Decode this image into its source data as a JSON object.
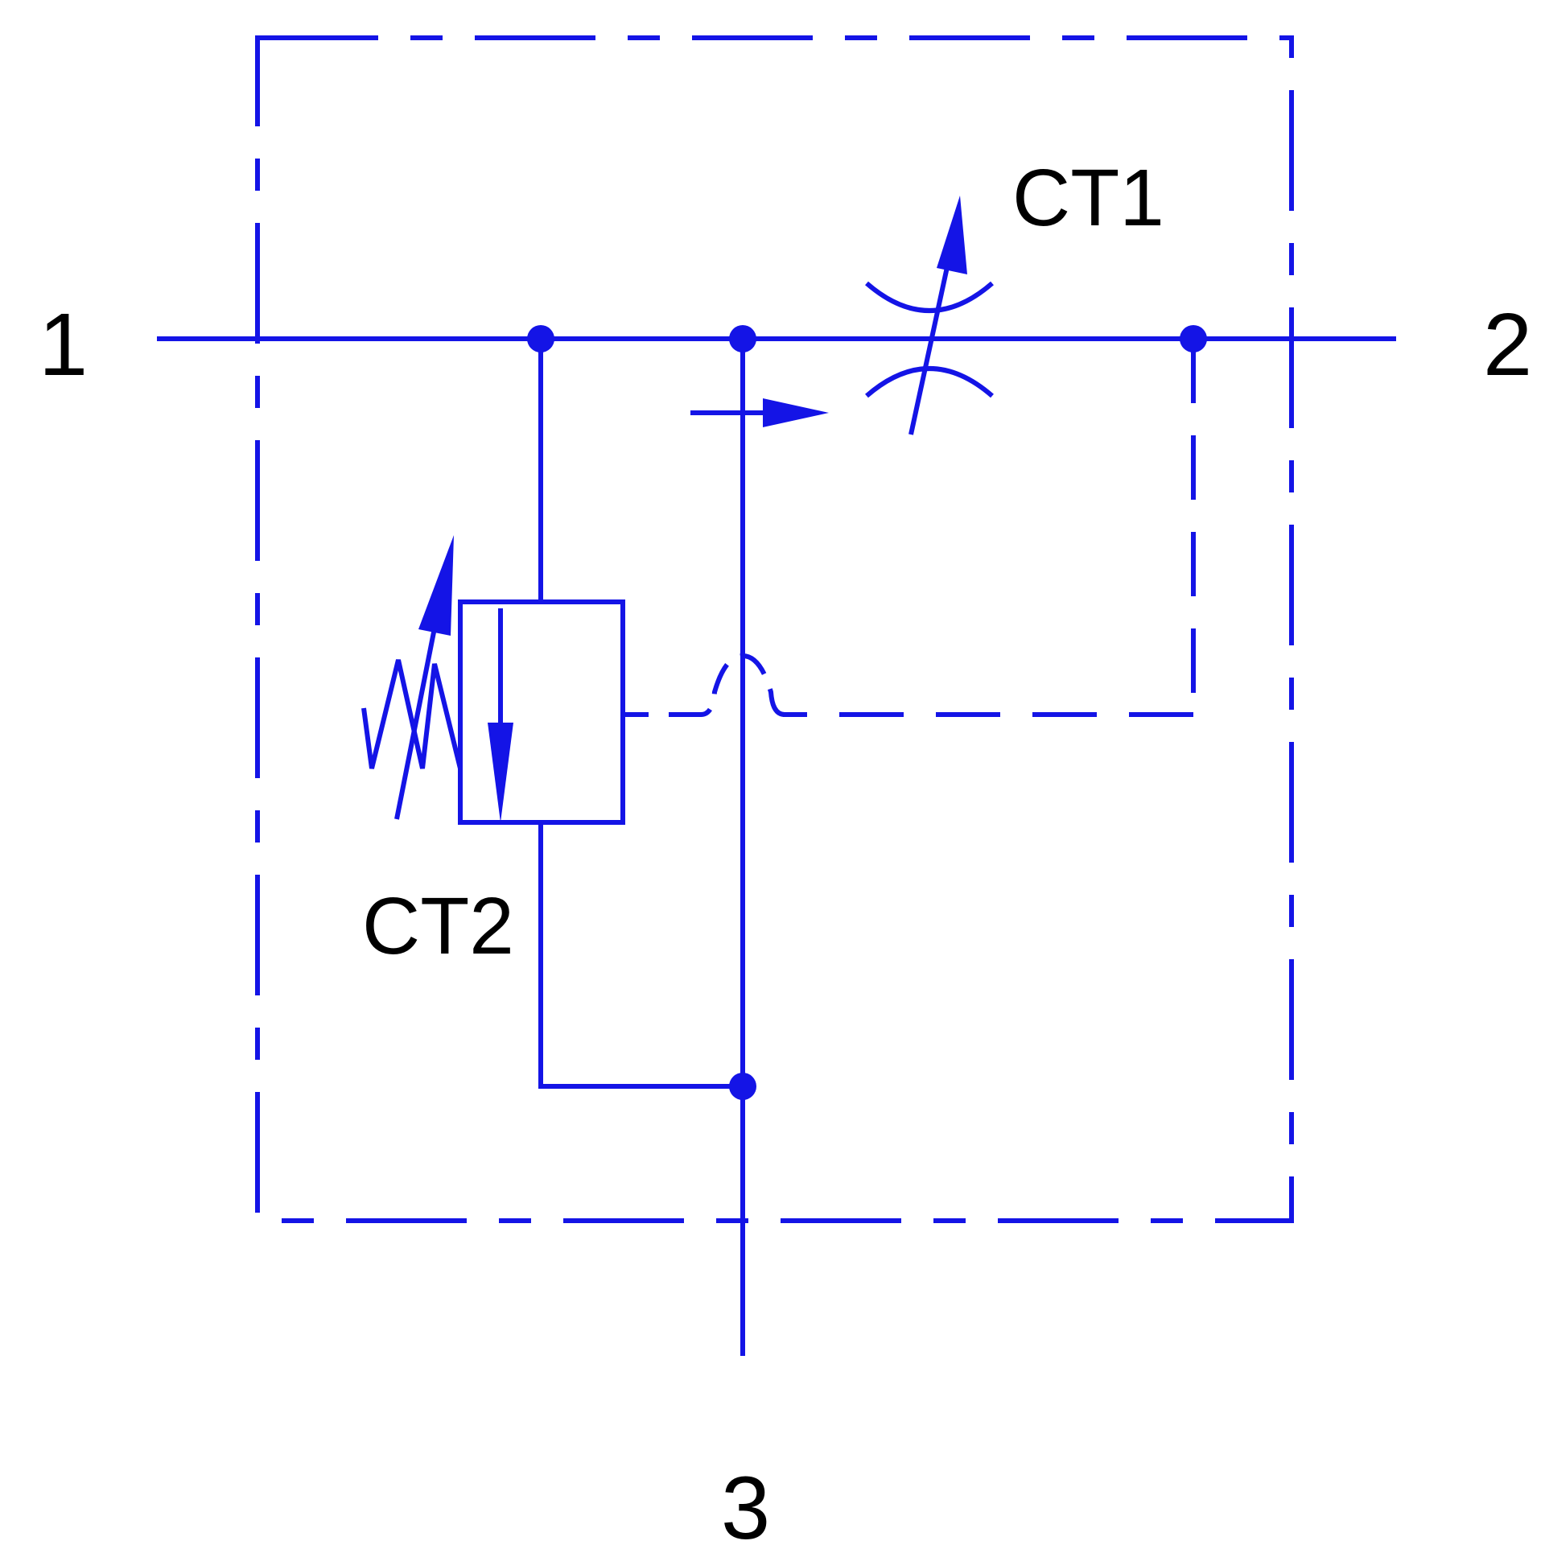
{
  "ports": {
    "p1": "1",
    "p2": "2",
    "p3": "3"
  },
  "components": {
    "ct1": "CT1",
    "ct2": "CT2"
  },
  "colors": {
    "line": "#1414e6",
    "text": "#000000",
    "background": "#ffffff"
  }
}
